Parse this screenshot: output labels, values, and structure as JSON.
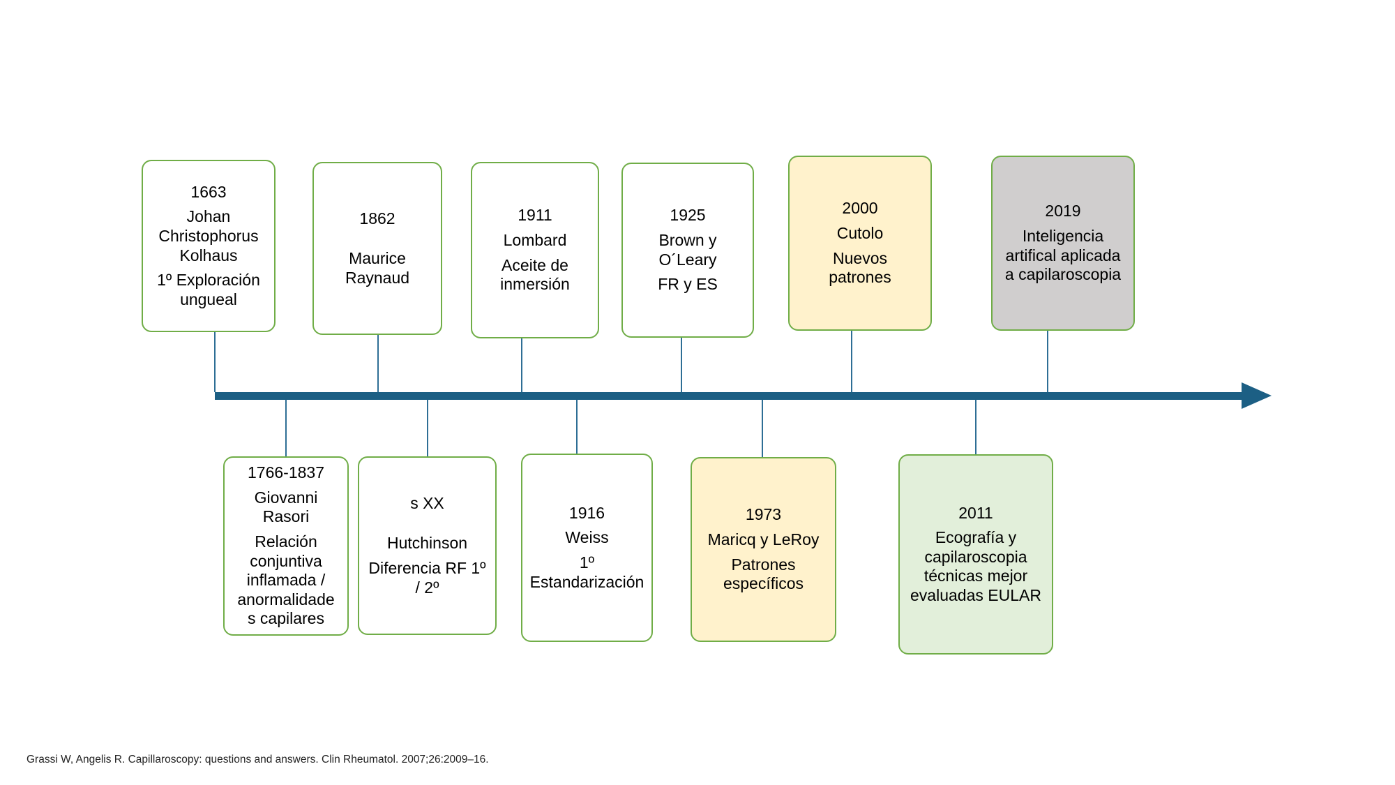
{
  "colors": {
    "axis": "#1c5f84",
    "connector": "#2e6e95",
    "border": "#70ad47",
    "highlight_yellow": "#fff2cc",
    "highlight_gray": "#d0cece",
    "highlight_green": "#e2efda",
    "plain": "#ffffff"
  },
  "events_top": [
    {
      "date": "1663",
      "lines": [
        "Johan",
        "Christophorus",
        "Kolhaus",
        "1º Exploración",
        "ungueal"
      ]
    },
    {
      "date": "1862",
      "lines": [
        "Maurice",
        "Raynaud"
      ]
    },
    {
      "date": "1911",
      "lines": [
        "Lombard",
        "Aceite de",
        "inmersión"
      ]
    },
    {
      "date": "1925",
      "lines": [
        "Brown y",
        "O´Leary",
        "FR y ES"
      ]
    },
    {
      "date": "2000",
      "lines": [
        "Cutolo",
        "Nuevos",
        "patrones"
      ]
    },
    {
      "date": "2019",
      "lines": [
        "Inteligencia",
        "artifical aplicada",
        "a capilaroscopia"
      ]
    }
  ],
  "events_bottom": [
    {
      "date": "1766-1837",
      "lines": [
        "Giovanni",
        "Rasori",
        "Relación",
        "conjuntiva",
        "inflamada /",
        "anormalidade",
        "s capilares"
      ]
    },
    {
      "date": "s XX",
      "lines": [
        "Hutchinson",
        "Diferencia RF 1º",
        "/ 2º"
      ]
    },
    {
      "date": "1916",
      "lines": [
        "Weiss",
        "1º",
        "Estandarización"
      ]
    },
    {
      "date": "1973",
      "lines": [
        "Maricq y LeRoy",
        "Patrones",
        "específicos"
      ]
    },
    {
      "date": "2011",
      "lines": [
        "Ecografía y",
        "capilaroscopia",
        "técnicas mejor",
        "evaluadas EULAR"
      ]
    }
  ],
  "citation": "Grassi W, Angelis R. Capillaroscopy: questions and answers. Clin Rheumatol. 2007;26:2009–16."
}
